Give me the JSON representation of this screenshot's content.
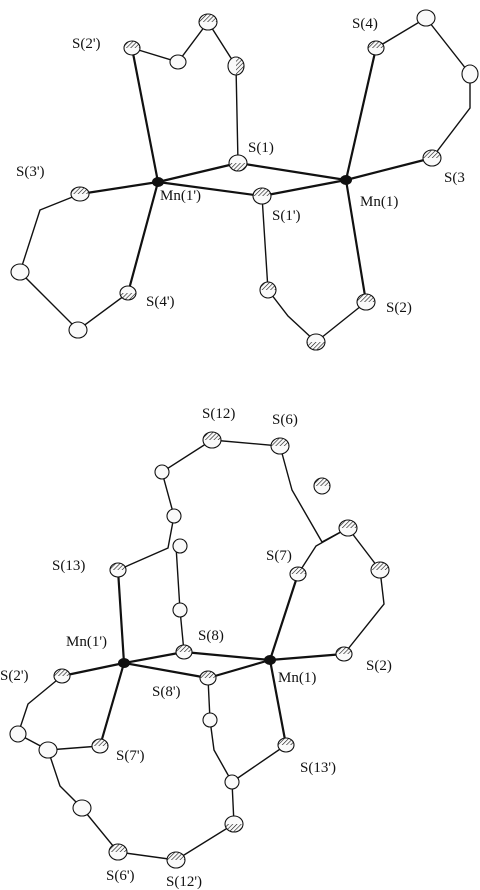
{
  "figure": {
    "top_panel": {
      "labels": {
        "s2p": "S(2')",
        "s4": "S(4)",
        "s1": "S(1)",
        "s3p": "S(3')",
        "s3": "S(3",
        "mn1p": "Mn(1')",
        "s1p": "S(1')",
        "mn1": "Mn(1)",
        "s4p": "S(4')",
        "s2": "S(2)"
      }
    },
    "bottom_panel": {
      "labels": {
        "s12": "S(12)",
        "s6": "S(6)",
        "s7": "S(7)",
        "s13": "S(13)",
        "mn1p": "Mn(1')",
        "s8": "S(8)",
        "s2p": "S(2')",
        "s2": "S(2)",
        "mn1": "Mn(1)",
        "s8p": "S(8')",
        "s7p": "S(7')",
        "s13p": "S(13')",
        "s6p": "S(6')",
        "s12p": "S(12')"
      }
    }
  }
}
